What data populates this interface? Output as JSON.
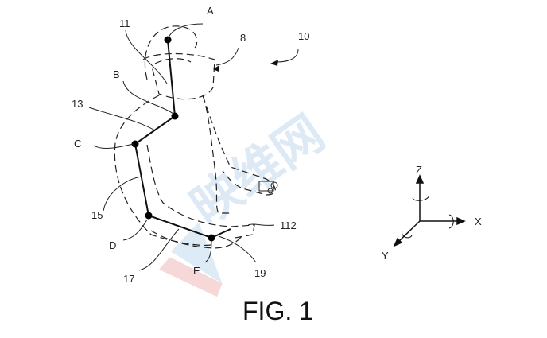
{
  "watermark": {
    "text": "映维网",
    "logo": "VR"
  },
  "labels": {
    "A": "A",
    "B": "B",
    "C": "C",
    "D": "D",
    "E": "E",
    "n11": "11",
    "n8": "8",
    "n10": "10",
    "n13": "13",
    "n15": "15",
    "n17": "17",
    "n19": "19",
    "n112": "112"
  },
  "axes": {
    "x": "X",
    "y": "Y",
    "z": "Z"
  },
  "caption": "FIG. 1"
}
